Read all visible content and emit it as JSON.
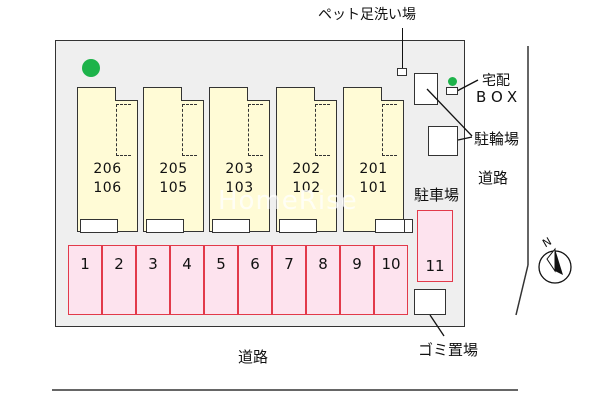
{
  "labels": {
    "pet_wash": "ペット足洗い場",
    "delivery_box_line1": "宅配",
    "delivery_box_line2": "BOX",
    "bicycle_parking": "駐輪場",
    "road_right": "道路",
    "parking": "駐車場",
    "road_bottom": "道路",
    "garbage": "ゴミ置場",
    "compass_north": "N"
  },
  "buildings": [
    {
      "upper": "206",
      "lower": "106"
    },
    {
      "upper": "205",
      "lower": "105"
    },
    {
      "upper": "203",
      "lower": "103"
    },
    {
      "upper": "202",
      "lower": "102"
    },
    {
      "upper": "201",
      "lower": "101"
    }
  ],
  "parking_spaces": [
    "1",
    "2",
    "3",
    "4",
    "5",
    "6",
    "7",
    "8",
    "9",
    "10"
  ],
  "extra_space": "11",
  "watermark": "HomeRise",
  "colors": {
    "building_fill": "#fffbd6",
    "parking_fill": "#fde3ee",
    "parking_border": "#e23a4a",
    "tree_green": "#1db34a",
    "lot_fill": "#efefef"
  }
}
